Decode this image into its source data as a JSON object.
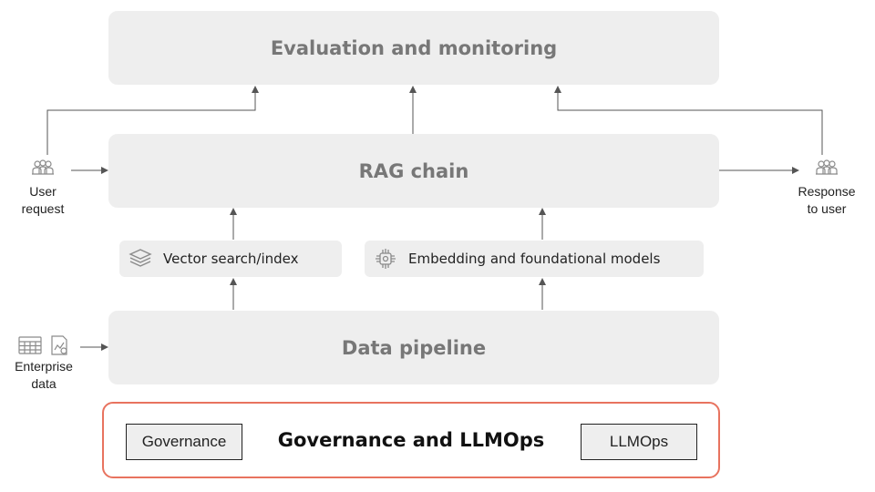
{
  "diagram": {
    "evaluation": "Evaluation and monitoring",
    "rag_chain": "RAG chain",
    "vector_search": "Vector search/index",
    "embedding_models": "Embedding and foundational models",
    "data_pipeline": "Data pipeline",
    "user_request": {
      "line1": "User",
      "line2": "request"
    },
    "response": {
      "line1": "Response",
      "line2": "to user"
    },
    "enterprise": {
      "line1": "Enterprise",
      "line2": "data"
    },
    "governance_section": {
      "title": "Governance and LLMOps",
      "left_label": "Governance",
      "right_label": "LLMOps"
    },
    "accent_color": "#e8735f",
    "icons": {
      "user": "users-icon",
      "response": "users-icon",
      "vector": "layers-icon",
      "embedding": "chip-icon",
      "enterprise_table": "table-icon",
      "enterprise_chart": "chart-icon"
    }
  }
}
